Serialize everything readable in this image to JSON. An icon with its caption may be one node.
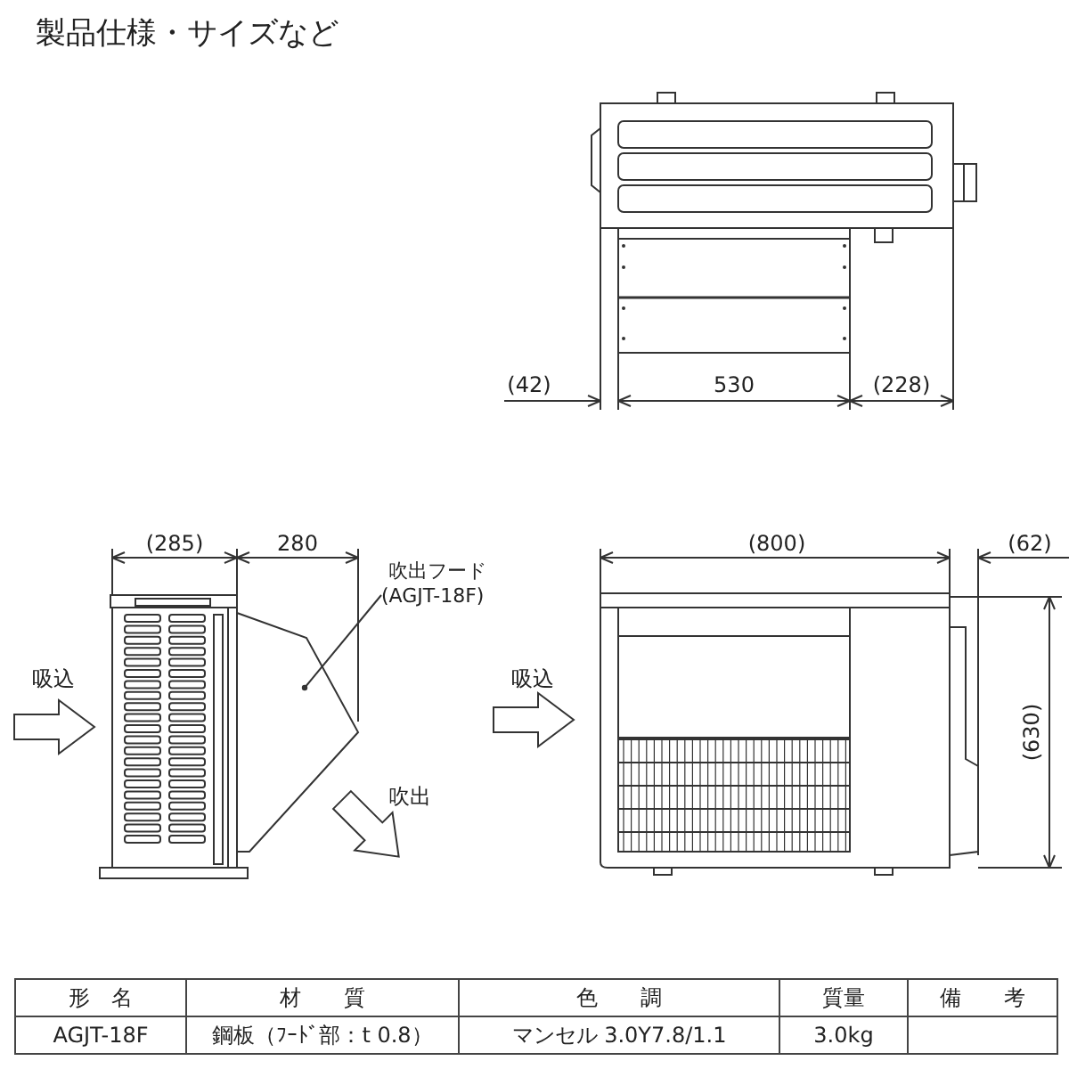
{
  "diagram": {
    "title": "製品仕様・サイズなど",
    "nodes": [
      {
        "text": [
          "吹出フード",
          "(AGJT-18F)"
        ]
      },
      {
        "text": [],
        "shape": "picture"
      }
    ],
    "edges": [
      {
        "from": 0,
        "to": 1,
        "arrow": "other"
      }
    ],
    "labels": [
      "(42)",
      "530",
      "(228)",
      "(285)",
      "280",
      "(800)",
      "(62)",
      "吸込",
      "吸込",
      "(630)",
      "吹出",
      "形　名",
      "材　　質",
      "色　　調",
      "質量",
      "備　　考",
      "AGJT-18F",
      "鋼板（ﾌｰﾄﾞ部：t 0.8）",
      "マンセル 3.0Y7.8/1.1",
      "3.0kg"
    ]
  }
}
